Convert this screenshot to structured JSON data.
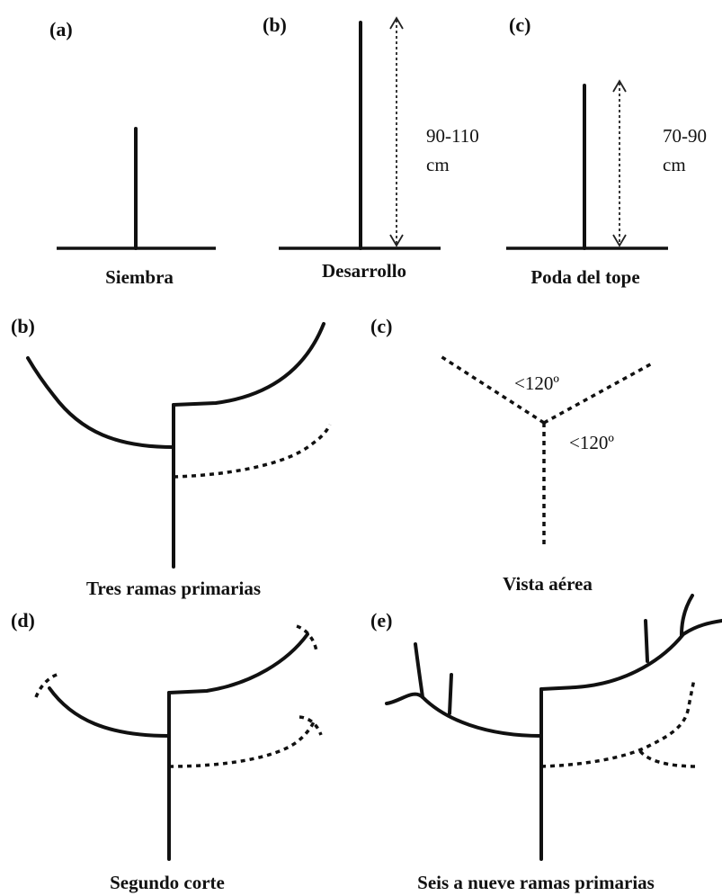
{
  "panels": {
    "a": {
      "tag": "(a)",
      "caption": "Siembra"
    },
    "b": {
      "tag": "(b)",
      "caption": "Desarrollo",
      "measure_line1": "90-110",
      "measure_line2": "cm"
    },
    "c": {
      "tag": "(c)",
      "caption": "Poda del tope",
      "measure_line1": "70-90",
      "measure_line2": "cm"
    },
    "b2": {
      "tag": "(b)",
      "caption": "Tres ramas primarias"
    },
    "c2": {
      "tag": "(c)",
      "caption": "Vista aérea",
      "angle1": "<120º",
      "angle2": "<120º"
    },
    "d": {
      "tag": "(d)",
      "caption": "Segundo corte"
    },
    "e": {
      "tag": "(e)",
      "caption": "Seis a nueve ramas primarias"
    }
  }
}
